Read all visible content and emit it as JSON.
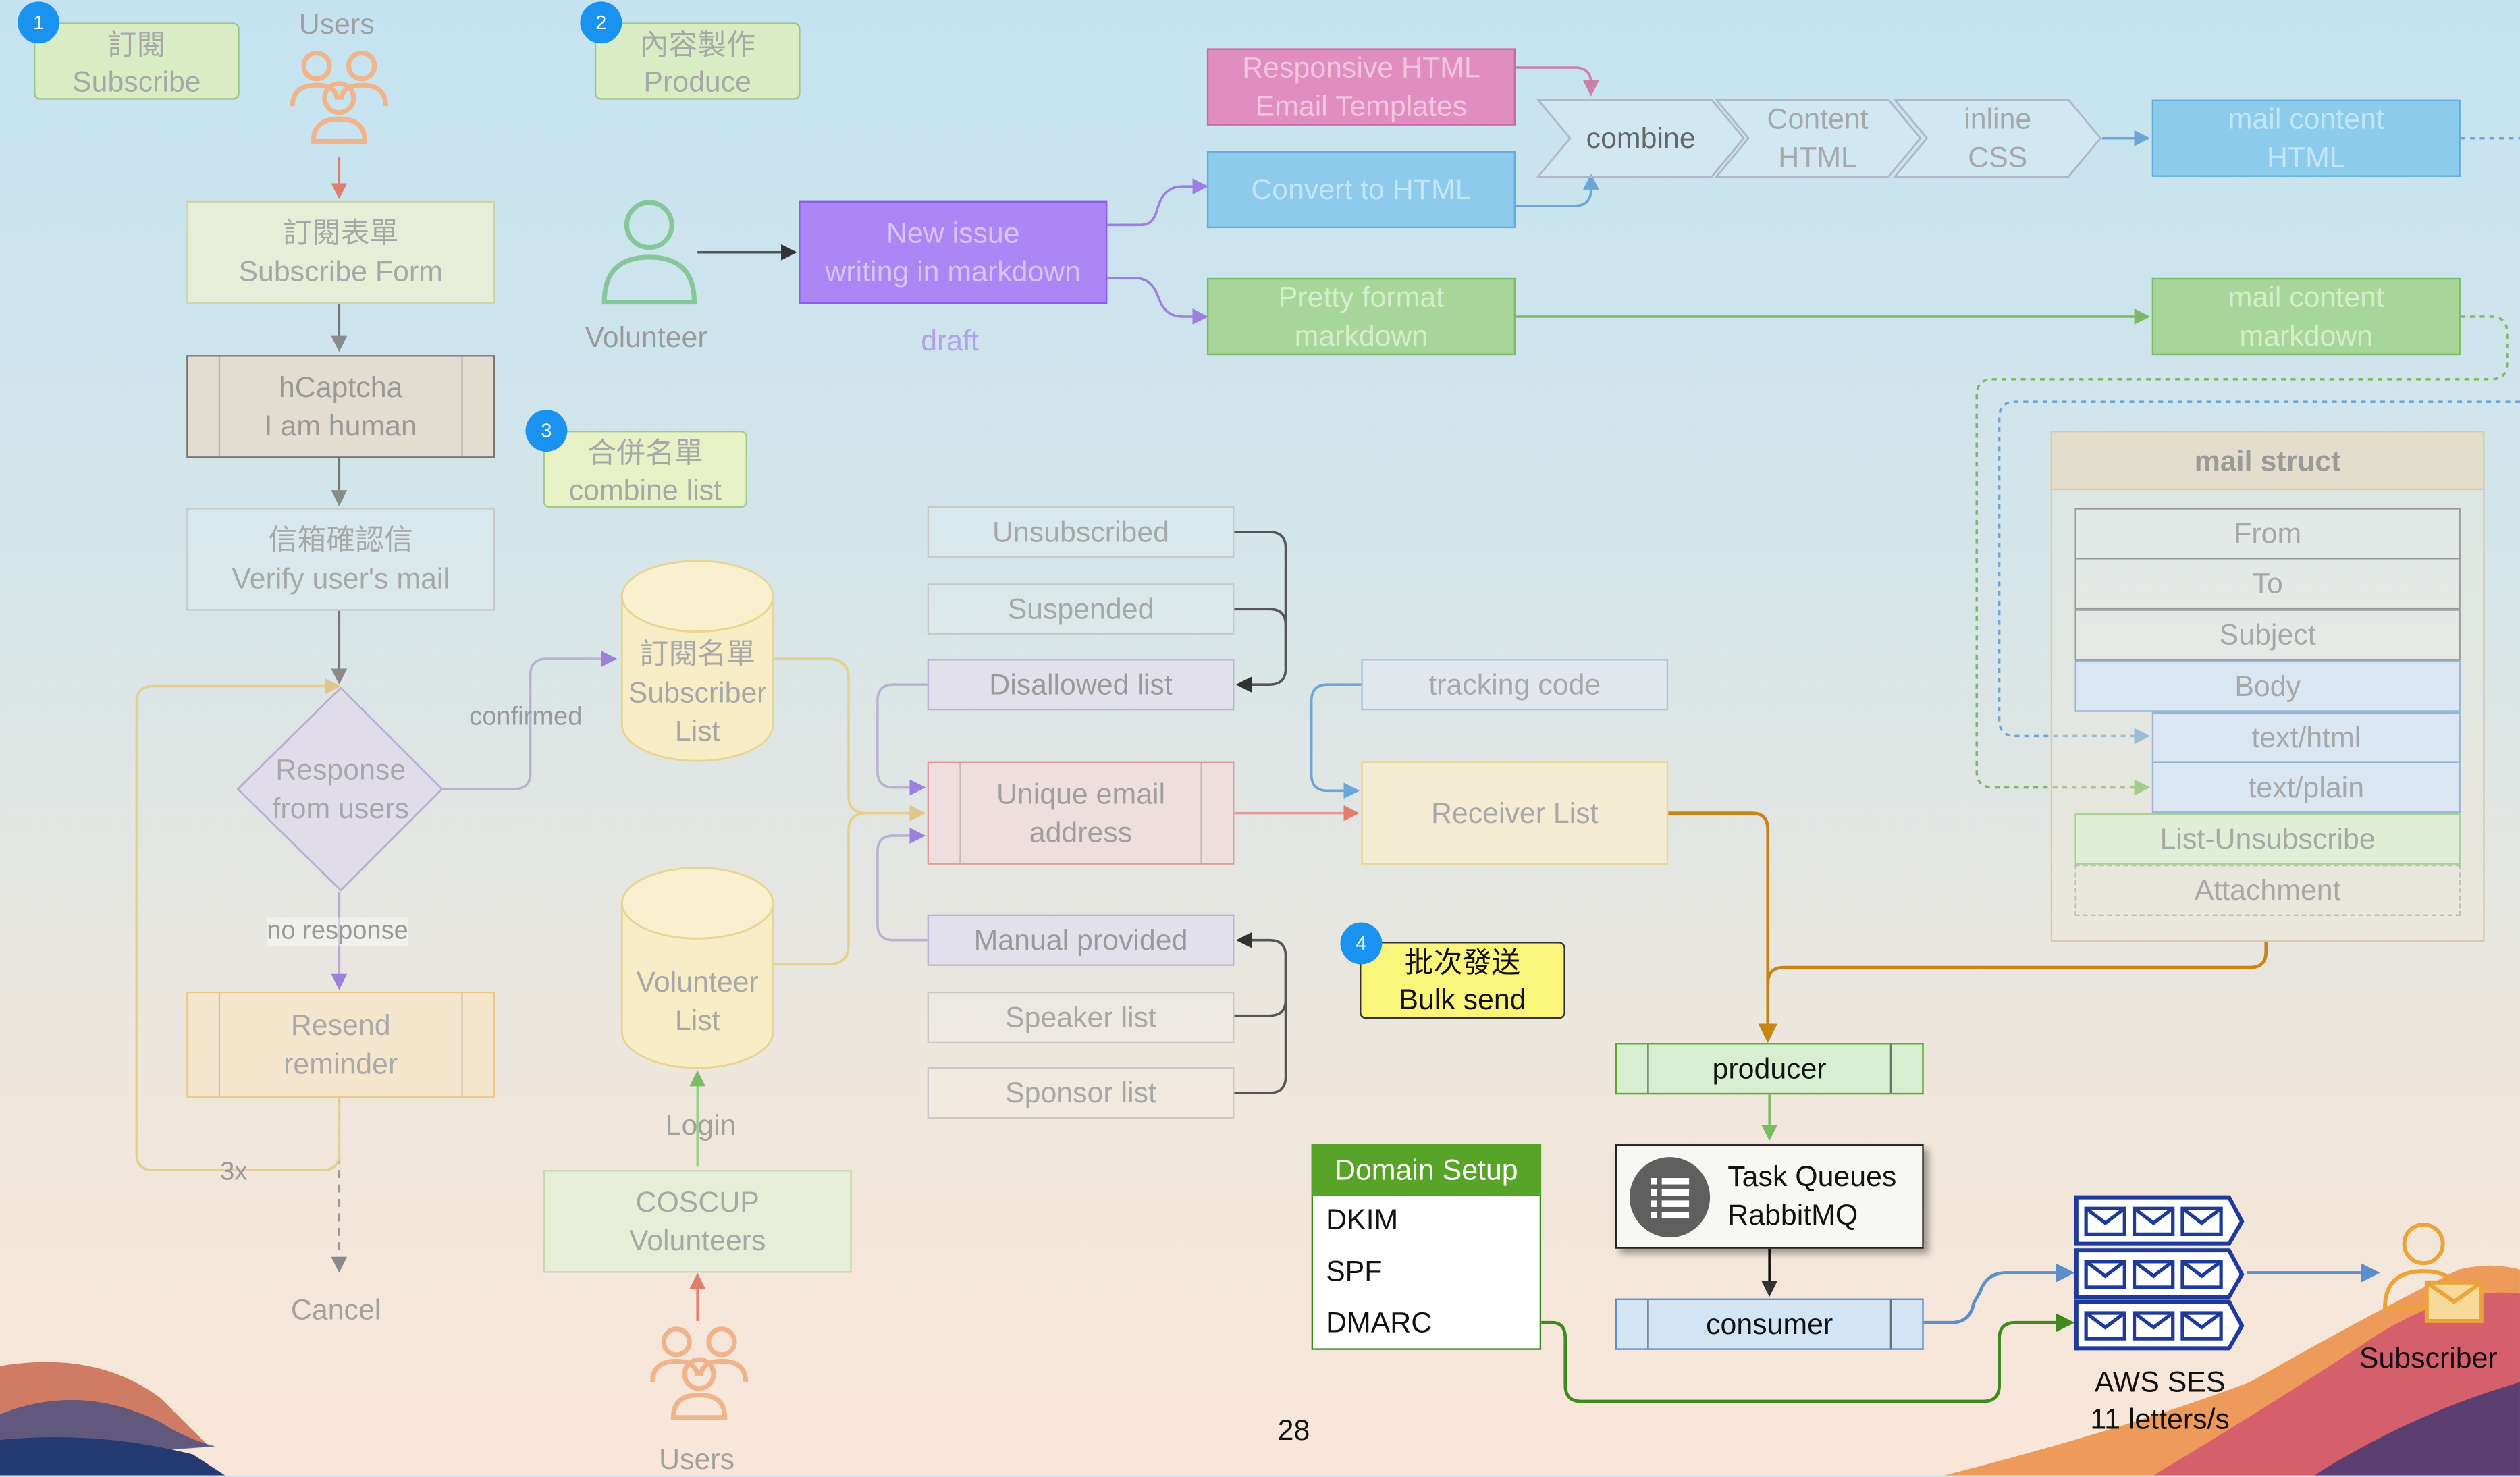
{
  "page_number": "28",
  "colors": {
    "accent_blue": "#1a93f0",
    "green": "#5aa52c",
    "orange": "#d08a1b",
    "purple": "#a986f0"
  },
  "sections": {
    "subscribe": {
      "badge": "1",
      "title_zh": "訂閱",
      "title_en": "Subscribe"
    },
    "produce": {
      "badge": "2",
      "title_zh": "內容製作",
      "title_en": "Produce"
    },
    "combine": {
      "badge": "3",
      "title_zh": "合併名單",
      "title_en": "combine list"
    },
    "bulk": {
      "badge": "4",
      "title_zh": "批次發送",
      "title_en": "Bulk send"
    }
  },
  "subscribe_flow": {
    "users": "Users",
    "form": "訂閱表單\nSubscribe Form",
    "captcha": "hCaptcha\nI am human",
    "verify": "信箱確認信\nVerify user's mail",
    "decision": "Response\nfrom users",
    "confirmed": "confirmed",
    "no_response": "no response",
    "reminder": "Resend\nreminder",
    "retry": "3x",
    "cancel": "Cancel"
  },
  "produce_flow": {
    "volunteer": "Volunteer",
    "new_issue": "New issue\nwriting in markdown",
    "draft": "draft",
    "templates": "Responsive HTML\nEmail Templates",
    "convert": "Convert to HTML",
    "pretty": "Pretty format\nmarkdown",
    "steps": [
      "combine",
      "Content\nHTML",
      "inline\nCSS"
    ],
    "mail_html": "mail content\nHTML",
    "mail_md": "mail content\nmarkdown"
  },
  "mail_struct": {
    "title": "mail struct",
    "fields": [
      "From",
      "To",
      "Subject",
      "Body",
      "text/html",
      "text/plain",
      "List-Unsubscribe",
      "Attachment"
    ]
  },
  "lists": {
    "subscriber": "訂閱名單\nSubscriber\nList",
    "volunteer": "Volunteer\nList",
    "login": "Login",
    "coscup": "COSCUP\nVolunteers",
    "users": "Users",
    "unsubscribed": "Unsubscribed",
    "suspended": "Suspended",
    "disallowed": "Disallowed list",
    "unique": "Unique email\naddress",
    "manual": "Manual provided",
    "speaker": "Speaker list",
    "sponsor": "Sponsor list",
    "tracking": "tracking code",
    "receiver": "Receiver List"
  },
  "bulk_send": {
    "producer": "producer",
    "queue": "Task Queues\nRabbitMQ",
    "consumer": "consumer",
    "domain_title": "Domain Setup",
    "domain_items": [
      "DKIM",
      "SPF",
      "DMARC"
    ],
    "ses": "AWS SES\n11 letters/s",
    "subscriber": "Subscriber"
  }
}
